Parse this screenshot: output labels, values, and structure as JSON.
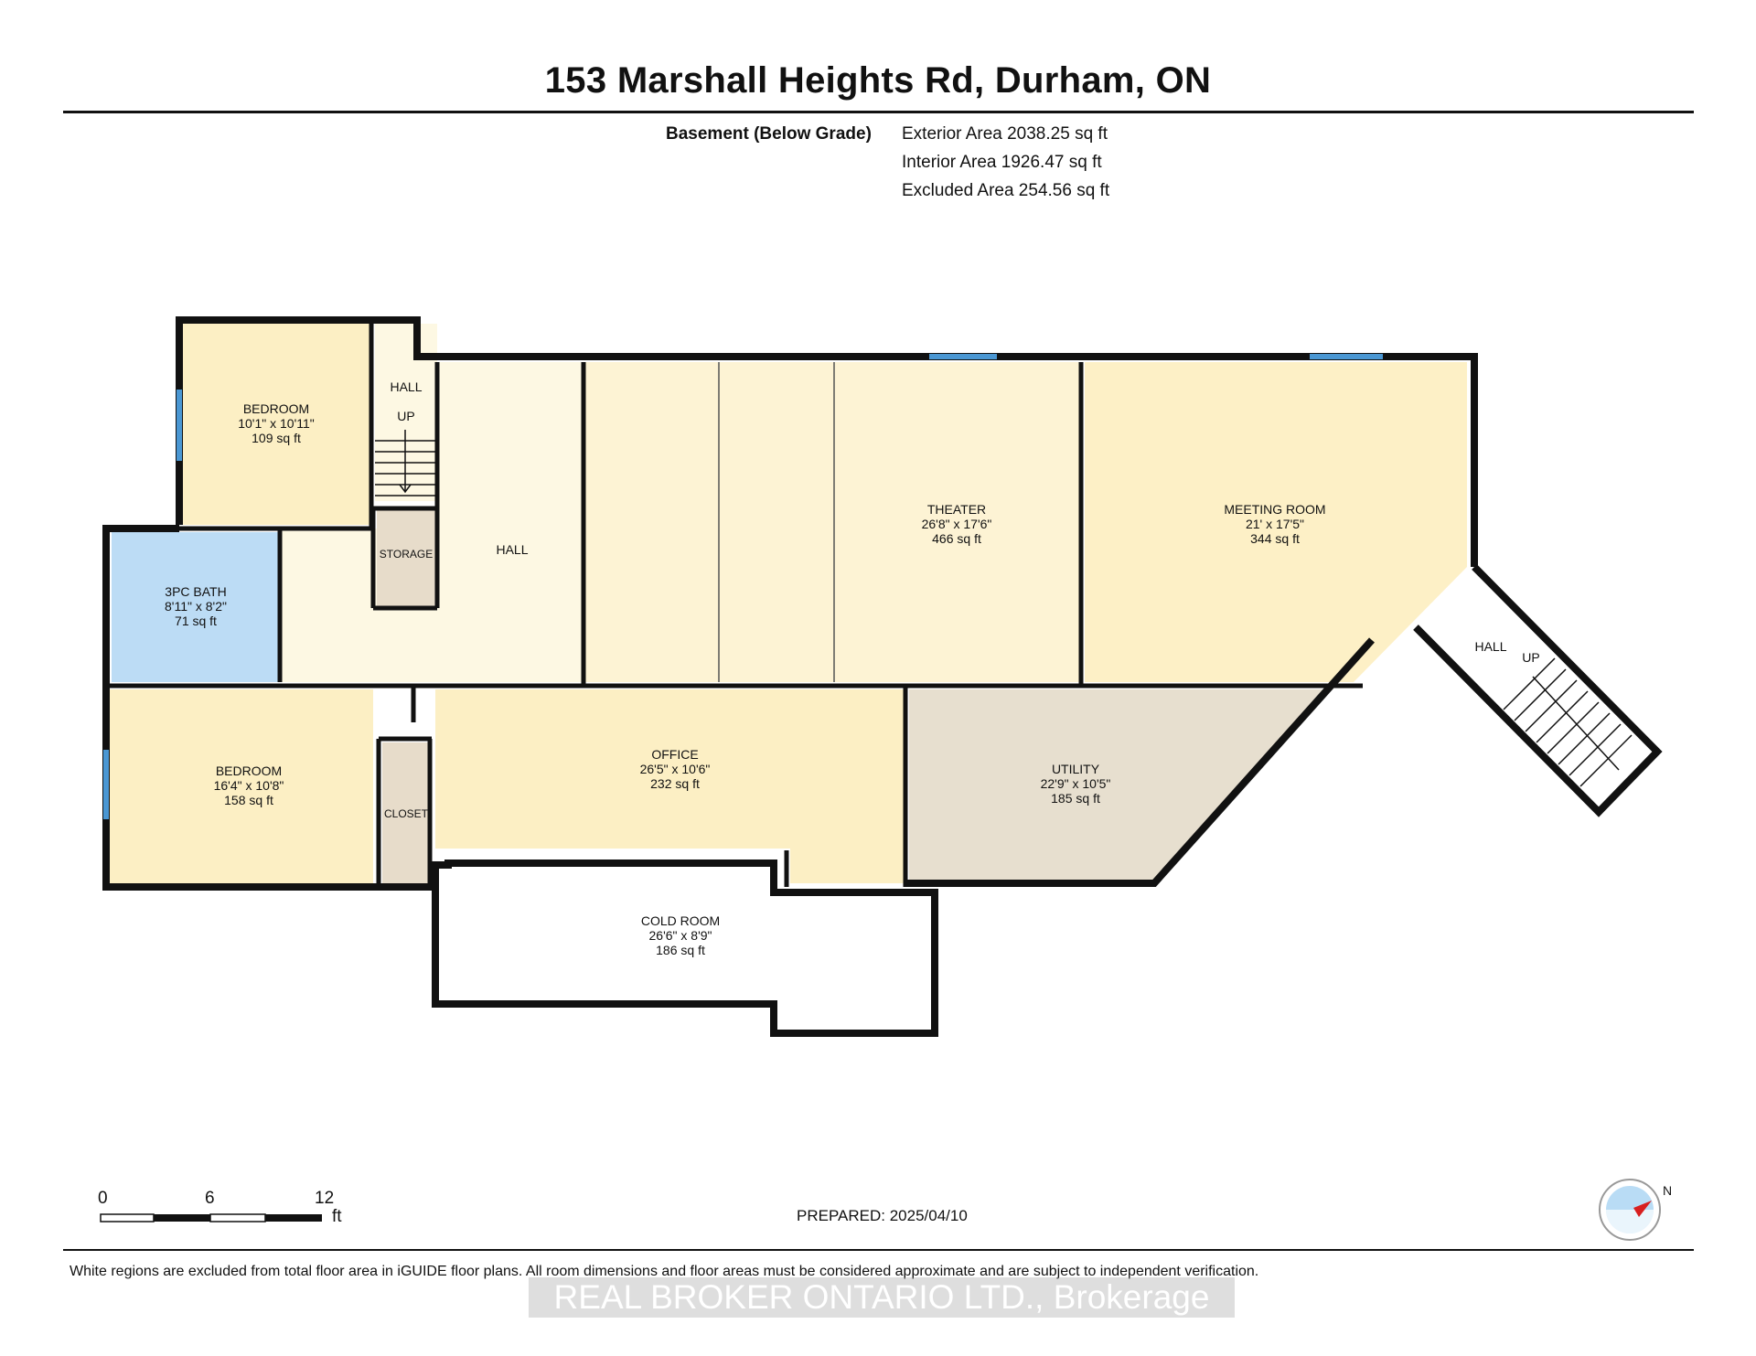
{
  "title": "153 Marshall Heights Rd, Durham, ON",
  "areas": {
    "level": "Basement (Below Grade)",
    "exterior": "Exterior Area 2038.25 sq ft",
    "interior": "Interior Area 1926.47 sq ft",
    "excluded": "Excluded Area 254.56 sq ft"
  },
  "rooms": {
    "bedroom_top": {
      "name": "BEDROOM",
      "dims": "10'1\" x 10'11\"",
      "area": "109 sq ft"
    },
    "bath": {
      "name": "3PC BATH",
      "dims": "8'11\" x 8'2\"",
      "area": "71 sq ft"
    },
    "bedroom_bottom": {
      "name": "BEDROOM",
      "dims": "16'4\" x 10'8\"",
      "area": "158 sq ft"
    },
    "office": {
      "name": "OFFICE",
      "dims": "26'5\" x 10'6\"",
      "area": "232 sq ft"
    },
    "theater": {
      "name": "THEATER",
      "dims": "26'8\" x 17'6\"",
      "area": "466 sq ft"
    },
    "meeting": {
      "name": "MEETING ROOM",
      "dims": "21' x 17'5\"",
      "area": "344 sq ft"
    },
    "utility": {
      "name": "UTILITY",
      "dims": "22'9\" x 10'5\"",
      "area": "185 sq ft"
    },
    "cold_room": {
      "name": "COLD ROOM",
      "dims": "26'6\" x 8'9\"",
      "area": "186 sq ft"
    }
  },
  "labels": {
    "hall_top": "HALL",
    "up_top": "UP",
    "storage": "STORAGE",
    "hall_main": "HALL",
    "closet": "CLOSET",
    "hall_right": "HALL",
    "up_right": "UP"
  },
  "scale": {
    "zero": "0",
    "mid": "6",
    "max": "12",
    "unit": "ft"
  },
  "prepared": "PREPARED: 2025/04/10",
  "disclaimer": "White regions are excluded from total floor area in iGUIDE floor plans. All room dimensions and floor areas must be considered approximate and are subject to independent verification.",
  "watermark": "REAL BROKER ONTARIO LTD., Brokerage",
  "compass_letter": "N",
  "colors": {
    "wall": "#111111",
    "bedroom": "#fcefc4",
    "hall": "#fdf8e3",
    "bath": "#bcdcf5",
    "storage": "#e7dcca",
    "utility": "#e7dfcf",
    "window": "#4a97d3"
  }
}
